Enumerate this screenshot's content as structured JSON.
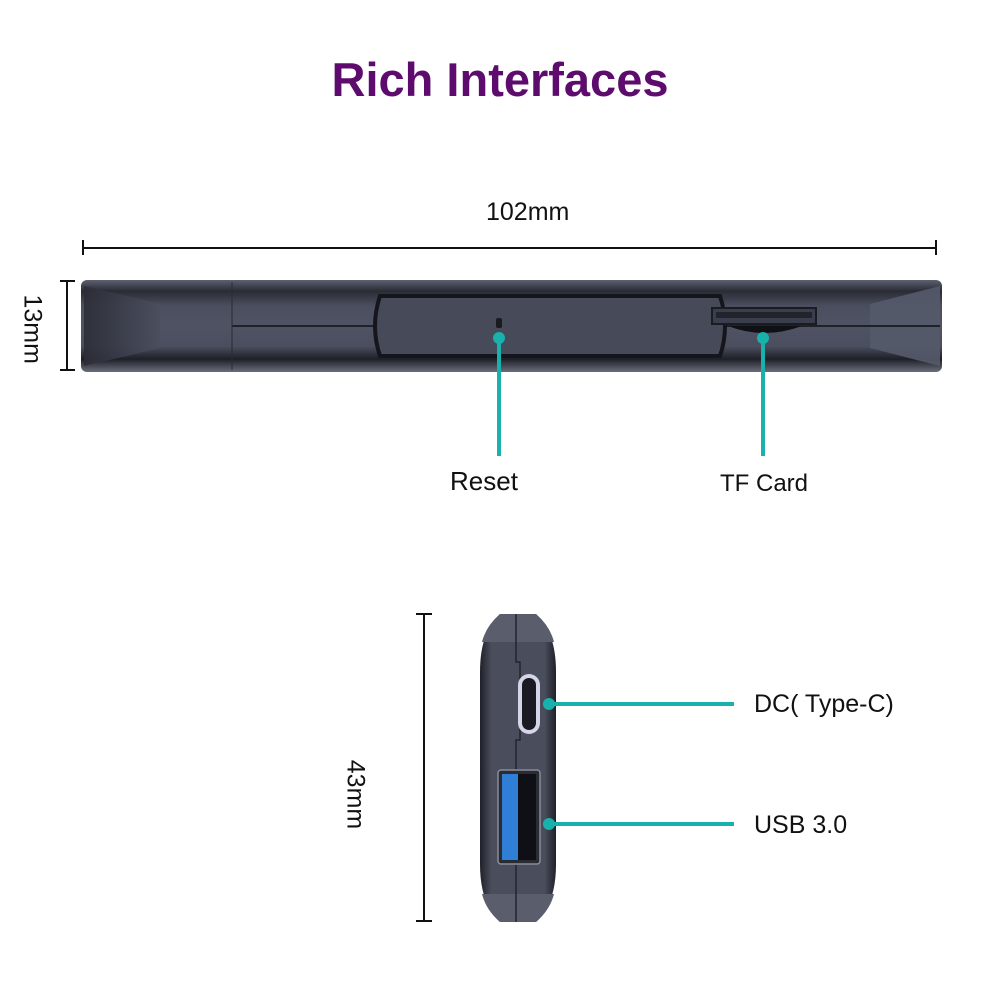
{
  "title": "Rich Interfaces",
  "colors": {
    "title": "#5e0b6e",
    "callout": "#18b1ab",
    "device_body": "#3a3d4a",
    "usb_blue": "#2f7fd6"
  },
  "side_view": {
    "width_label": "102mm",
    "height_label": "13mm",
    "callouts": [
      {
        "label": "Reset"
      },
      {
        "label": "TF Card"
      }
    ]
  },
  "end_view": {
    "height_label": "43mm",
    "callouts": [
      {
        "label": "DC( Type-C)",
        "icon": "usb-c-port-icon"
      },
      {
        "label": "USB 3.0",
        "icon": "usb-a-port-icon"
      }
    ]
  }
}
